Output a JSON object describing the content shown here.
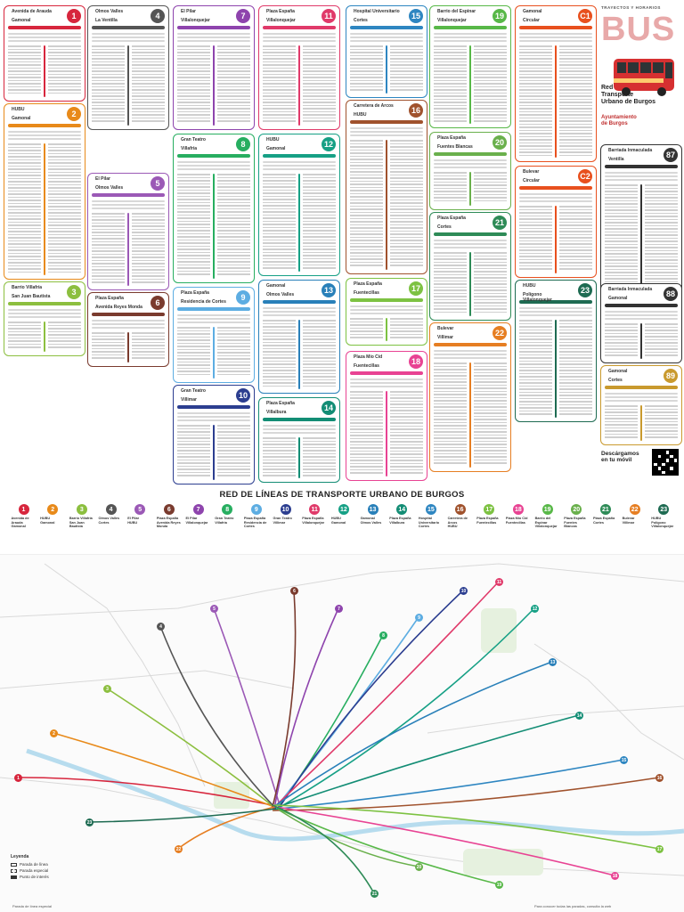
{
  "brand": {
    "tag": "TRAYECTOS Y HORARIOS",
    "logo_text": "BUS",
    "title_line1": "Red de líneas de Transporte",
    "title_line2": "Urbano de Burgos",
    "org_line1": "Ayuntamiento",
    "org_line2": "de Burgos",
    "qr_line1": "Descárgamos",
    "qr_line2": "en tu móvil"
  },
  "legend_title": "RED DE LÍNEAS DE TRANSPORTE URBANO DE BURGOS",
  "lines": [
    {
      "id": "1",
      "color": "#d7263d",
      "from": "Avenida de Arauda",
      "to": "Gamonal"
    },
    {
      "id": "2",
      "color": "#e88a1a",
      "from": "HUBU",
      "to": "Gamonal"
    },
    {
      "id": "3",
      "color": "#8cbf3f",
      "from": "Barrio Villafría",
      "to": "San Juan Bautista"
    },
    {
      "id": "4",
      "color": "#555555",
      "from": "Olmos Valles",
      "to": "Cortes"
    },
    {
      "id": "5",
      "color": "#9b59b6",
      "from": "El Pilar",
      "to": "HUBU"
    },
    {
      "id": "6",
      "color": "#7a3b2e",
      "from": "Plaza España",
      "to": "Avenida Reyes Monda"
    },
    {
      "id": "7",
      "color": "#8e44ad",
      "from": "El Pilar",
      "to": "Villalonquejar"
    },
    {
      "id": "8",
      "color": "#27ae60",
      "from": "Gran Teatro",
      "to": "Villafría"
    },
    {
      "id": "9",
      "color": "#5dade2",
      "from": "Plaza España",
      "to": "Residencia de Cortes"
    },
    {
      "id": "10",
      "color": "#2c3e90",
      "from": "Gran Teatro",
      "to": "Villimar"
    },
    {
      "id": "11",
      "color": "#e03a6a",
      "from": "Plaza España",
      "to": "Villalonquejar"
    },
    {
      "id": "12",
      "color": "#16a085",
      "from": "HUBU",
      "to": "Gamonal"
    },
    {
      "id": "13",
      "color": "#2980b9",
      "from": "Gamonal",
      "to": "Olmos Valles"
    },
    {
      "id": "14",
      "color": "#138d75",
      "from": "Plaza España",
      "to": "Villalbura"
    },
    {
      "id": "15",
      "color": "#2e86c1",
      "from": "Hospital Universitario",
      "to": "Cortes"
    },
    {
      "id": "16",
      "color": "#a0522d",
      "from": "Carretera de Arcos",
      "to": "HUBU"
    },
    {
      "id": "17",
      "color": "#7dc242",
      "from": "Plaza España",
      "to": "Fuentecillas"
    },
    {
      "id": "18",
      "color": "#e84393",
      "from": "Plaza Mío Cid",
      "to": "Fuentecillas"
    },
    {
      "id": "19",
      "color": "#58b848",
      "from": "Barrio del Espinar",
      "to": "Villalonquejar"
    },
    {
      "id": "20",
      "color": "#6ab04c",
      "from": "Plaza España",
      "to": "Fuentes Blancas"
    },
    {
      "id": "21",
      "color": "#2e8b57",
      "from": "Plaza España",
      "to": "Cortes"
    },
    {
      "id": "22",
      "color": "#e67e22",
      "from": "Bulevar",
      "to": "Villimar"
    },
    {
      "id": "23",
      "color": "#1e6b52",
      "from": "HUBU",
      "to": "Polígono Villalonquejar"
    }
  ],
  "cards": [
    {
      "id": "1",
      "color": "#d7263d",
      "from": "Avenida de Arauda",
      "to": "Gamonal"
    },
    {
      "id": "4",
      "color": "#555555",
      "from": "Olmos Valles",
      "to": "La Ventilla"
    },
    {
      "id": "7",
      "color": "#8e44ad",
      "from": "El Pilar",
      "to": "Villalonquejar"
    },
    {
      "id": "11",
      "color": "#e03a6a",
      "from": "Plaza España",
      "to": "Villalonquejar"
    },
    {
      "id": "15",
      "color": "#2e86c1",
      "from": "Hospital Universitario",
      "to": "Cortes"
    },
    {
      "id": "19",
      "color": "#58b848",
      "from": "Barrio del Espinar",
      "to": "Villalonquejar"
    },
    {
      "id": "C1",
      "color": "#e8501e",
      "from": "Gamonal",
      "to": "Circular"
    },
    {
      "id": "2",
      "color": "#e88a1a",
      "from": "HUBU",
      "to": "Gamonal"
    },
    {
      "id": "5",
      "color": "#9b59b6",
      "from": "El Pilar",
      "to": "Olmos Valles"
    },
    {
      "id": "8",
      "color": "#27ae60",
      "from": "Gran Teatro",
      "to": "Villafría"
    },
    {
      "id": "12",
      "color": "#16a085",
      "from": "HUBU",
      "to": "Gamonal"
    },
    {
      "id": "16",
      "color": "#a0522d",
      "from": "Carretera de Arcos",
      "to": "HUBU"
    },
    {
      "id": "20",
      "color": "#6ab04c",
      "from": "Plaza España",
      "to": "Fuentes Blancas"
    },
    {
      "id": "C2",
      "color": "#e8501e",
      "from": "Bulevar",
      "to": "Circular"
    },
    {
      "id": "3",
      "color": "#8cbf3f",
      "from": "Barrio Villafría",
      "to": "San Juan Bautista"
    },
    {
      "id": "9",
      "color": "#5dade2",
      "from": "Plaza España",
      "to": "Residencia de Cortes"
    },
    {
      "id": "13",
      "color": "#2980b9",
      "from": "Gamonal",
      "to": "Olmos Valles"
    },
    {
      "id": "17",
      "color": "#7dc242",
      "from": "Plaza España",
      "to": "Fuentecillas"
    },
    {
      "id": "21",
      "color": "#2e8b57",
      "from": "Plaza España",
      "to": "Cortes"
    },
    {
      "id": "87",
      "color": "#333333",
      "from": "Barriada Inmaculada",
      "to": "Ventilla"
    },
    {
      "id": "6",
      "color": "#7a3b2e",
      "from": "Plaza España",
      "to": "Avenida Reyes Monda"
    },
    {
      "id": "10",
      "color": "#2c3e90",
      "from": "Gran Teatro",
      "to": "Villimar"
    },
    {
      "id": "14",
      "color": "#138d75",
      "from": "Plaza España",
      "to": "Villalbura"
    },
    {
      "id": "18",
      "color": "#e84393",
      "from": "Plaza Mío Cid",
      "to": "Fuentecillas"
    },
    {
      "id": "22",
      "color": "#e67e22",
      "from": "Bulevar",
      "to": "Villimar"
    },
    {
      "id": "88",
      "color": "#333333",
      "from": "Barriada Inmaculada",
      "to": "Gamonal"
    },
    {
      "id": "23",
      "color": "#1e6b52",
      "from": "HUBU",
      "to": "Polígono Villalonquejar"
    },
    {
      "id": "89",
      "color": "#c99a2e",
      "from": "Gamonal",
      "to": "Cortes"
    }
  ],
  "map_legend": {
    "title": "Leyenda",
    "items": [
      "Parada de línea",
      "Parada especial",
      "Punto de interés"
    ]
  },
  "footer": {
    "left": "Parada de línea especial",
    "right": "Para conocer todas las paradas, consulta la web"
  }
}
